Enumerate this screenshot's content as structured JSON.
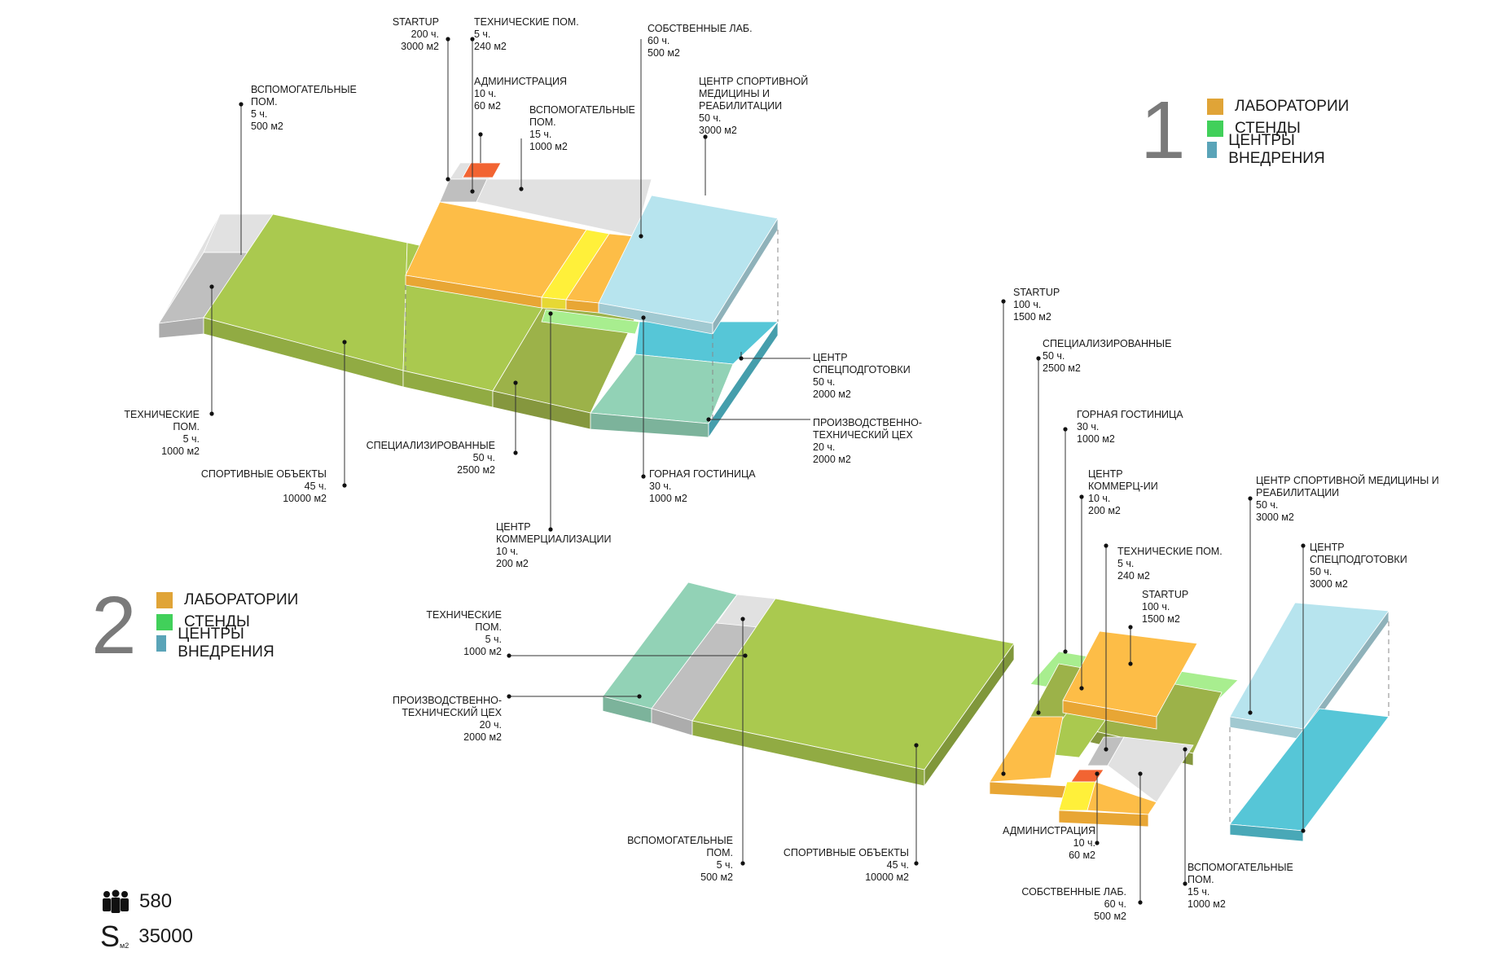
{
  "colors": {
    "lab": "#fdbd47",
    "lab_dark": "#e8a634",
    "stand": "#aac94f",
    "stand_dark": "#8caa36",
    "stand_light": "#a8ee8f",
    "olive": "#9cb249",
    "center_light": "#b7e4ee",
    "center_teal": "#56c6d7",
    "prod": "#92d2b6",
    "grey_light": "#e1e1e1",
    "grey_mid": "#bfbfbf",
    "yellow": "#fff03a",
    "red": "#f26432",
    "legend_lab": "#e0a437",
    "legend_stand": "#41d05a",
    "legend_center": "#5aa4b8"
  },
  "legend1": {
    "number": "1",
    "items": [
      {
        "label": "ЛАБОРАТОРИИ",
        "color": "#e0a437"
      },
      {
        "label": "СТЕНДЫ",
        "color": "#41d05a"
      },
      {
        "label": "ЦЕНТРЫ ВНЕДРЕНИЯ",
        "color": "#5aa4b8"
      }
    ]
  },
  "legend2": {
    "number": "2",
    "items": [
      {
        "label": "ЛАБОРАТОРИИ",
        "color": "#e0a437"
      },
      {
        "label": "СТЕНДЫ",
        "color": "#41d05a"
      },
      {
        "label": "ЦЕНТРЫ ВНЕДРЕНИЯ",
        "color": "#5aa4b8"
      }
    ]
  },
  "stats": {
    "people_icon": "people-icon",
    "people": "580",
    "area_symbol": "S",
    "area_unit": "м2",
    "area": "35000"
  },
  "labels1": {
    "startup": [
      "STARTUP",
      "200 ч.",
      "3000 м2"
    ],
    "tech_240": [
      "ТЕХНИЧЕСКИЕ ПОМ.",
      "5 ч.",
      "240 м2"
    ],
    "own_lab": [
      "СОБСТВЕННЫЕ ЛАБ.",
      "60 ч.",
      "500 м2"
    ],
    "admin": [
      "АДМИНИСТРАЦИЯ",
      "10 ч.",
      "60 м2"
    ],
    "aux_500": [
      "ВСПОМОГАТЕЛЬНЫЕ",
      "ПОМ.",
      "5 ч.",
      "500 м2"
    ],
    "aux_1000": [
      "ВСПОМОГАТЕЛЬНЫЕ",
      "ПОМ.",
      "15 ч.",
      "1000 м2"
    ],
    "sport_med": [
      "ЦЕНТР СПОРТИВНОЙ",
      "МЕДИЦИНЫ И",
      "РЕАБИЛИТАЦИИ",
      "50 ч.",
      "3000 м2"
    ],
    "tech_1000": [
      "ТЕХНИЧЕСКИЕ",
      "ПОМ.",
      "5 ч.",
      "1000 м2"
    ],
    "spec_center": [
      "ЦЕНТР",
      "СПЕЦПОДГОТОВКИ",
      "50 ч.",
      "2000 м2"
    ],
    "prod": [
      "ПРОИЗВОДСТВЕННО-",
      "ТЕХНИЧЕСКИЙ ЦЕХ",
      "20 ч.",
      "2000 м2"
    ],
    "specialized": [
      "СПЕЦИАЛИЗИРОВАННЫЕ",
      "50 ч.",
      "2500 м2"
    ],
    "sport": [
      "СПОРТИВНЫЕ ОБЪЕКТЫ",
      "45 ч.",
      "10000 м2"
    ],
    "hotel": [
      "ГОРНАЯ ГОСТИНИЦА",
      "30 ч.",
      "1000 м2"
    ],
    "commerc": [
      "ЦЕНТР",
      "КОММЕРЦИАЛИЗАЦИИ",
      "10 ч.",
      "200 м2"
    ]
  },
  "labels2": {
    "startup_top": [
      "STARTUP",
      "100 ч.",
      "1500 м2"
    ],
    "specialized": [
      "СПЕЦИАЛИЗИРОВАННЫЕ",
      "50 ч.",
      "2500 м2"
    ],
    "hotel": [
      "ГОРНАЯ ГОСТИНИЦА",
      "30 ч.",
      "1000 м2"
    ],
    "commerc": [
      "ЦЕНТР",
      "КОММЕРЦ-ИИ",
      "10 ч.",
      "200 м2"
    ],
    "sport_med": [
      "ЦЕНТР СПОРТИВНОЙ МЕДИЦИНЫ И",
      "РЕАБИЛИТАЦИИ",
      "50 ч.",
      "3000 м2"
    ],
    "spec_center": [
      "ЦЕНТР",
      "СПЕЦПОДГОТОВКИ",
      "50 ч.",
      "3000 м2"
    ],
    "tech_240": [
      "ТЕХНИЧЕСКИЕ ПОМ.",
      "5 ч.",
      "240 м2"
    ],
    "startup_mid": [
      "STARTUP",
      "100 ч.",
      "1500 м2"
    ],
    "tech_1000": [
      "ТЕХНИЧЕСКИЕ",
      "ПОМ.",
      "5 ч.",
      "1000 м2"
    ],
    "prod": [
      "ПРОИЗВОДСТВЕННО-",
      "ТЕХНИЧЕСКИЙ ЦЕХ",
      "20 ч.",
      "2000 м2"
    ],
    "aux_500": [
      "ВСПОМОГАТЕЛЬНЫЕ",
      "ПОМ.",
      "5 ч.",
      "500 м2"
    ],
    "sport": [
      "СПОРТИВНЫЕ ОБЪЕКТЫ",
      "45 ч.",
      "10000 м2"
    ],
    "admin": [
      "АДМИНИСТРАЦИЯ",
      "10 ч.",
      "60 м2"
    ],
    "own_lab": [
      "СОБСТВЕННЫЕ ЛАБ.",
      "60 ч.",
      "500 м2"
    ],
    "aux_1000": [
      "ВСПОМОГАТЕЛЬНЫЕ",
      "ПОМ.",
      "15 ч.",
      "1000 м2"
    ]
  }
}
